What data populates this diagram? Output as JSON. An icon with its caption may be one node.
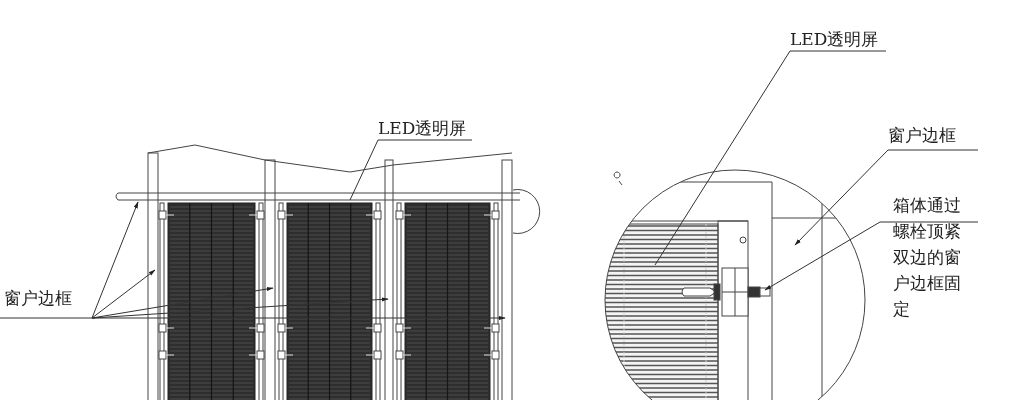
{
  "diagram": {
    "nodes": [
      {
        "text": [
          "LED透明屏"
        ]
      },
      {
        "text": [
          "窗户边框"
        ]
      },
      {
        "text": [
          "LED透明屏"
        ]
      },
      {
        "text": [
          "窗户边框"
        ]
      },
      {
        "text": [
          "箱体通过螺栓顶紧双边的窗户边框固定"
        ]
      }
    ],
    "edges": [
      {
        "from": 0,
        "to": null,
        "arrow": "none"
      },
      {
        "from": 1,
        "to": null,
        "arrow": "to"
      },
      {
        "from": 1,
        "to": null,
        "arrow": "to"
      },
      {
        "from": 1,
        "to": null,
        "arrow": "to"
      },
      {
        "from": 1,
        "to": null,
        "arrow": "to"
      },
      {
        "from": 1,
        "to": null,
        "arrow": "to"
      },
      {
        "from": 2,
        "to": null,
        "arrow": "none"
      },
      {
        "from": 3,
        "to": null,
        "arrow": "to"
      },
      {
        "from": 4,
        "to": null,
        "arrow": "to"
      }
    ]
  }
}
